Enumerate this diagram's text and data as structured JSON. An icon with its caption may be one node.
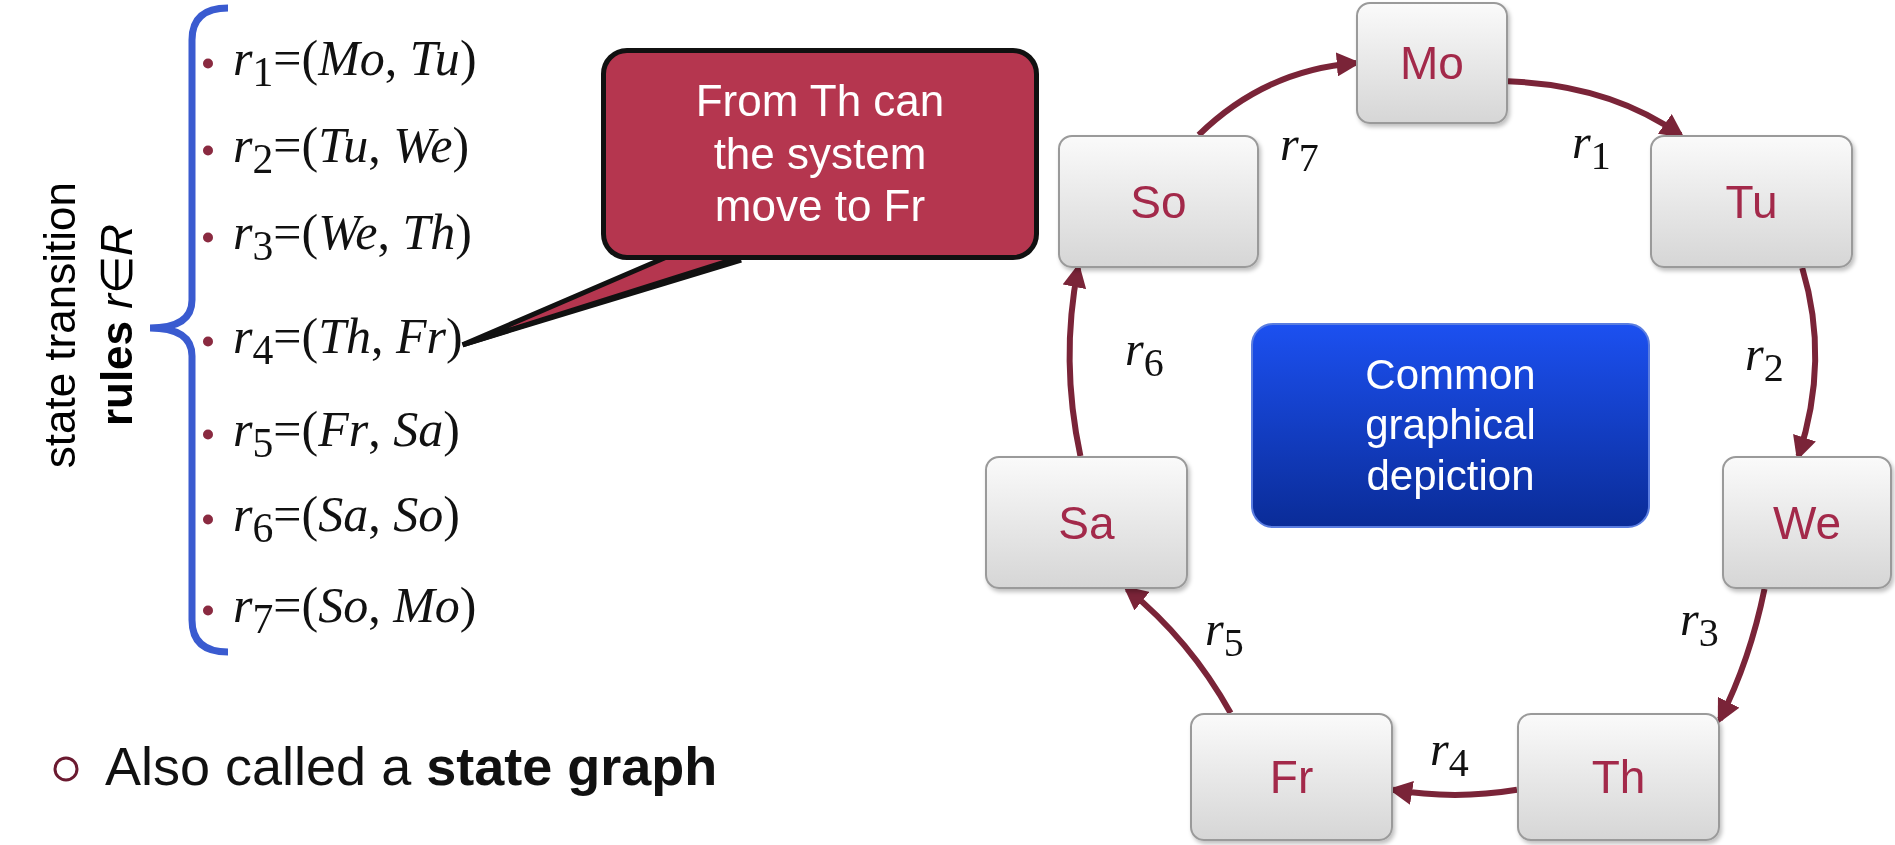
{
  "diagram": {
    "nodes": [
      {
        "text": [
          "*r*$_{4}$=(*Th*, *Fr*)"
        ]
      },
      {
        "text": [
          "From Th can the system move to Fr"
        ]
      },
      {
        "text": [
          "Mo"
        ]
      },
      {
        "text": [
          "So"
        ]
      },
      {
        "text": [
          "Tu"
        ]
      },
      {
        "text": [
          "Common graphical depiction"
        ]
      },
      {
        "text": [
          "Sa"
        ]
      },
      {
        "text": [
          "We"
        ]
      },
      {
        "text": [
          "Fr"
        ]
      },
      {
        "text": [
          "Th"
        ]
      }
    ],
    "edges": [
      {
        "from": 2,
        "to": 4,
        "arrow": "to",
        "label": "*r*$_{1}$"
      },
      {
        "from": 4,
        "to": 7,
        "arrow": "to",
        "label": "*r*$_{2}$"
      },
      {
        "from": 7,
        "to": 9,
        "arrow": "to",
        "label": "*r*$_{3}$"
      },
      {
        "from": 9,
        "to": 8,
        "arrow": "to",
        "label": "*r*$_{4}$"
      },
      {
        "from": 8,
        "to": 6,
        "arrow": "to",
        "label": "*r*$_{5}$"
      },
      {
        "from": 6,
        "to": 3,
        "arrow": "to",
        "label": "*r*$_{6}$"
      },
      {
        "from": 3,
        "to": 2,
        "arrow": "to",
        "label": "*r*$_{7}$"
      },
      {
        "from": 1,
        "to": 0,
        "arrow": "none",
        "color": "#111111"
      }
    ],
    "labels": [
      "state transition",
      "**rules** *r*∈*R*",
      "*r*$_{1}$=(*Mo*, *Tu*)",
      "*r*$_{2}$=(*Tu*, *We*)",
      "*r*$_{3}$=(*We*, *Th*)",
      "*r*$_{5}$=(*Fr*, *Sa*)",
      "*r*$_{6}$=(*Sa*, *So*)",
      "*r*$_{7}$=(*So*, *Mo*)",
      "Also called a **state graph**"
    ]
  }
}
